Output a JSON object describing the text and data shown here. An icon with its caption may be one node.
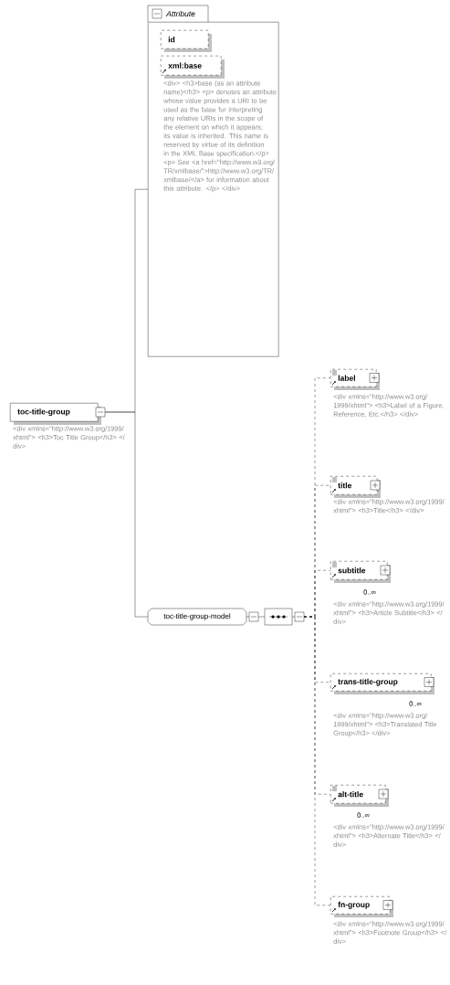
{
  "diagram": {
    "nodes": [
      {
        "text": [
          "toc-title-group"
        ],
        "beside": [
          "<div xmlns=\"http://www.w3.org/1999/xhtml\"> <h3>Toc Title Group</h3> </div>"
        ]
      },
      {
        "text": [
          "Attribute"
        ]
      },
      {
        "text": [
          "id"
        ],
        "in": 1
      },
      {
        "text": [
          "xml:base"
        ],
        "in": 1,
        "beside": [
          "<div> <h3>base (as an attribute name)</h3> <p> denotes an attribute whose value provides a URI to be used as the base for interpreting any relative URIs in the scope of the element on which it appears; its value is inherited. This name is reserved by virtue of its definition in the XML Base specification.</p> <p> See <a href=\"http://www.w3.org/TR/xmlbase/\">http://www.w3.org/TR/xmlbase/</a> for information about this attribute. </p> </div>"
        ]
      },
      {
        "text": [
          "toc-title-group-model"
        ]
      },
      {
        "text": [],
        "shape": "octagon"
      },
      {
        "text": [
          "label"
        ],
        "beside": [
          "<div xmlns=\"http://www.w3.org/1999/xhtml\"> <h3>Label of a Figure, Reference, Etc.</h3> </div>"
        ]
      },
      {
        "text": [
          "title"
        ],
        "beside": [
          "<div xmlns=\"http://www.w3.org/1999/xhtml\"> <h3>Title</h3> </div>"
        ]
      },
      {
        "text": [
          "subtitle"
        ],
        "beside": [
          "0..∞",
          "<div xmlns=\"http://www.w3.org/1999/xhtml\"> <h3>Article Subtitle</h3> </div>"
        ]
      },
      {
        "text": [
          "trans-title-group"
        ],
        "beside": [
          "0..∞",
          "<div xmlns=\"http://www.w3.org/1999/xhtml\"> <h3>Translated Title Group</h3> </div>"
        ]
      },
      {
        "text": [
          "alt-title"
        ],
        "beside": [
          "0..∞",
          "<div xmlns=\"http://www.w3.org/1999/xhtml\"> <h3>Alternate Title</h3> </div>"
        ]
      },
      {
        "text": [
          "fn-group"
        ],
        "beside": [
          "<div xmlns=\"http://www.w3.org/1999/xhtml\"> <h3>Footnote Group</h3> </div>"
        ]
      }
    ],
    "edges": [
      {
        "from": 0,
        "to": 1,
        "arrow": "none"
      },
      {
        "from": 0,
        "to": 4,
        "arrow": "none"
      },
      {
        "from": 4,
        "to": 5,
        "arrow": "none"
      },
      {
        "from": 5,
        "to": 6,
        "arrow": "none",
        "style": "dashed"
      },
      {
        "from": 5,
        "to": 7,
        "arrow": "none",
        "style": "dashed"
      },
      {
        "from": 5,
        "to": 8,
        "arrow": "none",
        "style": "dashed"
      },
      {
        "from": 5,
        "to": 9,
        "arrow": "none",
        "style": "dashed"
      },
      {
        "from": 5,
        "to": 10,
        "arrow": "none",
        "style": "dashed"
      },
      {
        "from": 5,
        "to": 11,
        "arrow": "none",
        "style": "dashed"
      }
    ]
  }
}
